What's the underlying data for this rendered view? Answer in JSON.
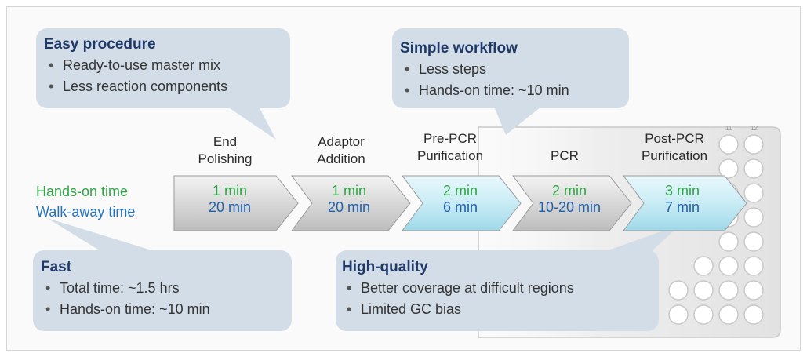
{
  "callouts": {
    "easy": {
      "title": "Easy procedure",
      "items": [
        "Ready-to-use master mix",
        "Less reaction components"
      ]
    },
    "simple": {
      "title": "Simple workflow",
      "items": [
        "Less steps",
        "Hands-on time: ~10 min"
      ]
    },
    "fast": {
      "title": "Fast",
      "items": [
        "Total time: ~1.5 hrs",
        "Hands-on time: ~10 min"
      ]
    },
    "quality": {
      "title": "High-quality",
      "items": [
        "Better coverage at difficult regions",
        "Limited GC bias"
      ]
    }
  },
  "legend": {
    "hands_on": "Hands-on time",
    "walk_away": "Walk-away time"
  },
  "steps": [
    {
      "line1": "End",
      "line2": "Polishing",
      "hands_on": "1 min",
      "walk_away": "20 min"
    },
    {
      "line1": "Adaptor",
      "line2": "Addition",
      "hands_on": "1 min",
      "walk_away": "20 min"
    },
    {
      "line1": "Pre-PCR",
      "line2": "Purification",
      "hands_on": "2 min",
      "walk_away": "6 min"
    },
    {
      "line1": "",
      "line2": "PCR",
      "hands_on": "2 min",
      "walk_away": "10-20 min"
    },
    {
      "line1": "Post-PCR",
      "line2": "Purification",
      "hands_on": "3 min",
      "walk_away": "7 min"
    }
  ],
  "plate": {
    "col_labels": [
      "11",
      "12"
    ]
  },
  "colors": {
    "callout_fill": "#d3dde8",
    "arrow_gray": "#d9d9d9",
    "arrow_cyan": "#cfeef6",
    "hands_on": "#2fa544",
    "walk_away": "#2472c0",
    "title": "#1f3a68"
  }
}
